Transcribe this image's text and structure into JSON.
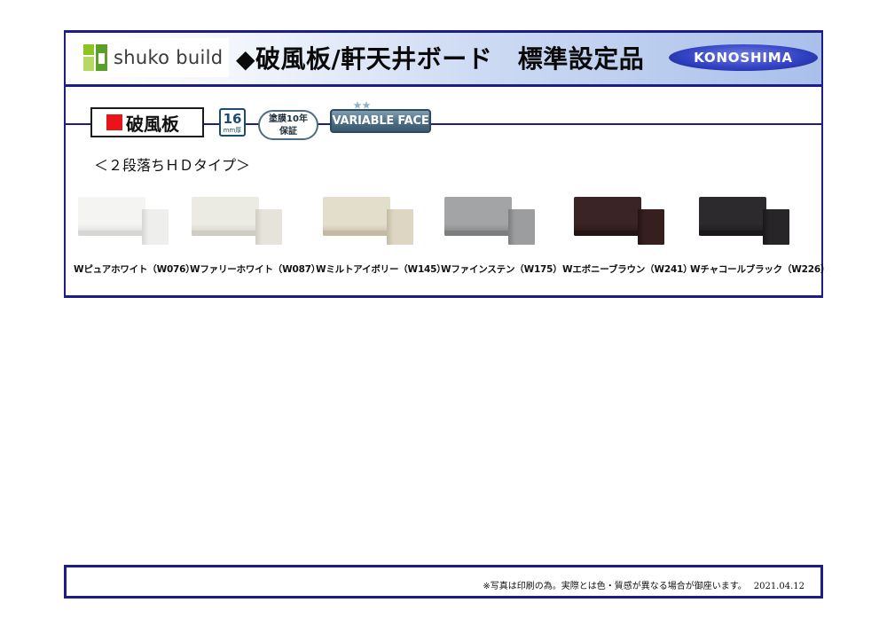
{
  "header": {
    "logo_text": "shuko build",
    "title": "◆破風板/軒天井ボード　標準設定品",
    "brand": "KONOSHIMA"
  },
  "section": {
    "label": "破風板",
    "badge_thickness_value": "16",
    "badge_thickness_unit": "mm厚",
    "badge_warranty_line1": "塗膜10年",
    "badge_warranty_line2": "保証",
    "badge_variable_face": "VARIABLE FACE",
    "subtitle": "＜２段落ちＨＤタイプ＞"
  },
  "colors": {
    "frame": "#1c1c8a",
    "accent_red": "#e8141a"
  },
  "swatches": [
    {
      "label": "Wピュアホワイト（W076）",
      "board_color": "#f4f4f3",
      "end_color": "#eeeeec",
      "shadow": "#d6d6d4"
    },
    {
      "label": "Wファリーホワイト（W087）",
      "board_color": "#ecebe3",
      "end_color": "#e6e4da",
      "shadow": "#cfcdc3"
    },
    {
      "label": "Wミルトアイボリー（W145）",
      "board_color": "#e3ddcc",
      "end_color": "#ddd6c2",
      "shadow": "#c2baa3"
    },
    {
      "label": "Wファインステン（W175）",
      "board_color": "#a3a4a6",
      "end_color": "#9c9d9f",
      "shadow": "#7d7e80"
    },
    {
      "label": "Wエボニーブラウン（W241）",
      "board_color": "#3b2426",
      "end_color": "#35201f",
      "shadow": "#241313"
    },
    {
      "label": "Wチャコールブラック（W226）",
      "board_color": "#2d2a2e",
      "end_color": "#282528",
      "shadow": "#19171a"
    }
  ],
  "footer": {
    "note": "※写真は印刷の為。実際とは色・質感が異なる場合が御座います。",
    "date": "2021.04.12"
  }
}
